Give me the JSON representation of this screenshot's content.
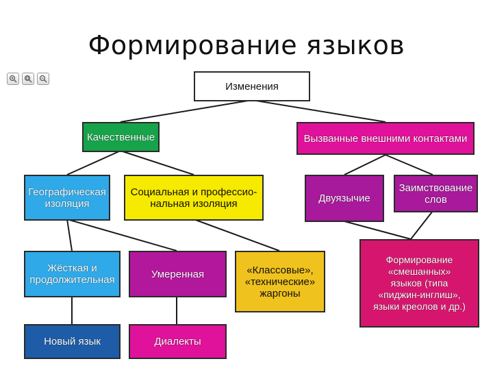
{
  "title": "Формирование языков",
  "zoom_controls": [
    {
      "name": "zoom-in-icon",
      "symbol": "+"
    },
    {
      "name": "zoom-fit-icon",
      "symbol": "⊞"
    },
    {
      "name": "zoom-out-icon",
      "symbol": "−"
    }
  ],
  "nodes": {
    "root": {
      "text": "Изменения",
      "color": "#ffffff"
    },
    "qualitative": {
      "text": "Качественные",
      "color": "#17a34a"
    },
    "contacts": {
      "text": "Вызванные внешними контактами",
      "color": "#e0119a"
    },
    "geo": {
      "text": "Географическая\nизоляция",
      "color": "#2fa9e8"
    },
    "social": {
      "text": "Социальная и профессио-\nнальная изоляция",
      "color": "#f6ea00"
    },
    "bilingual": {
      "text": "Двуязычие",
      "color": "#a8199b"
    },
    "borrowing": {
      "text": "Заимствование\nслов",
      "color": "#a8199b"
    },
    "hard": {
      "text": "Жёсткая и\nпродолжительная",
      "color": "#2fa9e8"
    },
    "moderate": {
      "text": "Умеренная",
      "color": "#b3179c"
    },
    "class": {
      "text": "«Классовые»,\n«технические»\nжаргоны",
      "color": "#f0c21e"
    },
    "mixed": {
      "text": "Формирование\n«смешанных»\nязыков (типа\n«пиджин-инглиш»,\nязыки креолов и др.)",
      "color": "#d6166e"
    },
    "newlang": {
      "text": "Новый язык",
      "color": "#1e5ca8"
    },
    "dialects": {
      "text": "Диалекты",
      "color": "#e0119a"
    }
  }
}
